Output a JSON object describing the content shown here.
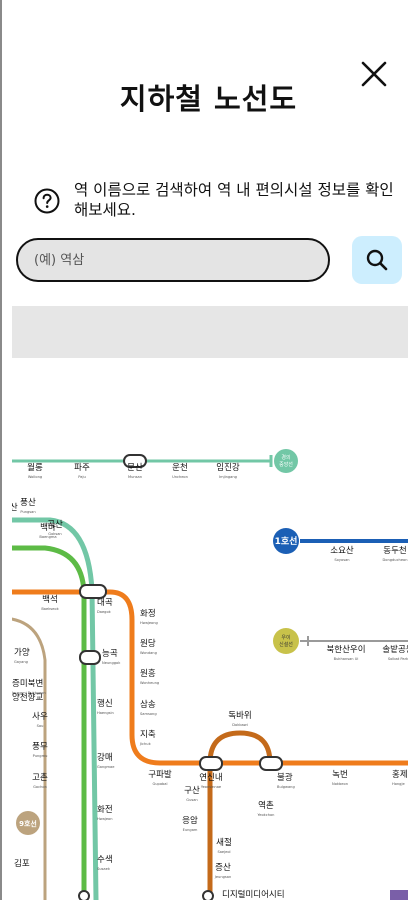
{
  "header": {
    "title": "지하철 노선도"
  },
  "info": {
    "text": "역 이름으로 검색하여 역 내 편의시설 정보를 확인해보세요."
  },
  "search": {
    "placeholder": "(예) 역삼"
  },
  "icons": {
    "close": "close-icon",
    "info": "question-circle-icon",
    "search": "search-icon"
  },
  "colors": {
    "line1": "#1b5fb5",
    "line2": "#5dbb46",
    "line3": "#ef7c1c",
    "gyeongui": "#72c7a6",
    "line9": "#bca37e",
    "uisinseol": "#c8c24a",
    "search_button": "#cdeefe",
    "search_field": "#e4e4e4"
  },
  "map": {
    "badges": {
      "gyeongui": "경의\n중앙선",
      "line1": "1호선",
      "uisinseol": "우이\n신설선",
      "line9": "9호선"
    },
    "stations": [
      {
        "id": "ilsan",
        "ko": "일산",
        "en": "Ilsan"
      },
      {
        "id": "pungsan",
        "ko": "풍산",
        "en": "Pungsan"
      },
      {
        "id": "baengma",
        "ko": "백마",
        "en": "Baengma"
      },
      {
        "id": "gogsan",
        "ko": "곡산",
        "en": "Goksan"
      },
      {
        "id": "daegok",
        "ko": "대곡",
        "en": "Daegok"
      },
      {
        "id": "neunggok",
        "ko": "능곡",
        "en": "Neunggok"
      },
      {
        "id": "haengsin",
        "ko": "행신",
        "en": "Haengsin"
      },
      {
        "id": "gangmae",
        "ko": "강매",
        "en": "Gangmae"
      },
      {
        "id": "hwajeon",
        "ko": "화전",
        "en": "Hwajeon"
      },
      {
        "id": "susaek",
        "ko": "수색",
        "en": "Susaek"
      },
      {
        "id": "baekseok",
        "ko": "백석",
        "en": "Baekseok"
      },
      {
        "id": "hwajeong",
        "ko": "화정",
        "en": "Hwajeong"
      },
      {
        "id": "wondang",
        "ko": "원당",
        "en": "Wondang"
      },
      {
        "id": "wonheung",
        "ko": "원흥",
        "en": "Wonheung"
      },
      {
        "id": "samsong",
        "ko": "삼송",
        "en": "Samsong"
      },
      {
        "id": "jichuk",
        "ko": "지축",
        "en": "Jichuk"
      },
      {
        "id": "gupabal",
        "ko": "구파발",
        "en": "Gupabal"
      },
      {
        "id": "yeonsinnae",
        "ko": "연신내",
        "en": "Yeonsinnae"
      },
      {
        "id": "bulgwang",
        "ko": "불광",
        "en": "Bulgwang"
      },
      {
        "id": "dokbawi",
        "ko": "독바위",
        "en": "Dokbawi"
      },
      {
        "id": "nokbeon",
        "ko": "녹번",
        "en": "Nokbeon"
      },
      {
        "id": "hongje",
        "ko": "홍제",
        "en": "Hongje"
      },
      {
        "id": "gusan",
        "ko": "구산",
        "en": "Gusan"
      },
      {
        "id": "eungam",
        "ko": "응암",
        "en": "Eungam"
      },
      {
        "id": "yeokchon",
        "ko": "역촌",
        "en": "Yeokchon"
      },
      {
        "id": "saejeol",
        "ko": "새절",
        "en": "Saejeol"
      },
      {
        "id": "jeungsan",
        "ko": "증산",
        "en": "Jeungsan"
      },
      {
        "id": "dmc",
        "ko": "디지털미디어시티",
        "en": ""
      },
      {
        "id": "wollong",
        "ko": "월롱",
        "en": "Wollong"
      },
      {
        "id": "paju",
        "ko": "파주",
        "en": "Paju"
      },
      {
        "id": "munsan",
        "ko": "문산",
        "en": "Munsan"
      },
      {
        "id": "uncheon",
        "ko": "운천",
        "en": "Uncheon"
      },
      {
        "id": "imjingang",
        "ko": "임진강",
        "en": "Imjingang"
      },
      {
        "id": "soyosan",
        "ko": "소요산",
        "en": "Soyosan"
      },
      {
        "id": "dongducheon",
        "ko": "동두천",
        "en": "Dongducheon"
      },
      {
        "id": "bukhansanui",
        "ko": "북한산우이",
        "en": "Bukhansan Ui"
      },
      {
        "id": "solbatgongwon",
        "ko": "솔밭공원",
        "en": "Solbat Park"
      },
      {
        "id": "gayang",
        "ko": "가양",
        "en": "Gayang"
      },
      {
        "id": "jeungmibukbyeon",
        "ko": "증미북변",
        "en": "Jeungmi Bukbyeon"
      },
      {
        "id": "yangcheonhyanggyo",
        "ko": "양천향교",
        "en": ""
      },
      {
        "id": "saseo",
        "ko": "사우",
        "en": "Sau"
      },
      {
        "id": "pungmu",
        "ko": "풍무",
        "en": "Pungmu"
      },
      {
        "id": "gochon",
        "ko": "고촌",
        "en": "Gochon"
      },
      {
        "id": "gimpo",
        "ko": "김포",
        "en": ""
      }
    ]
  }
}
